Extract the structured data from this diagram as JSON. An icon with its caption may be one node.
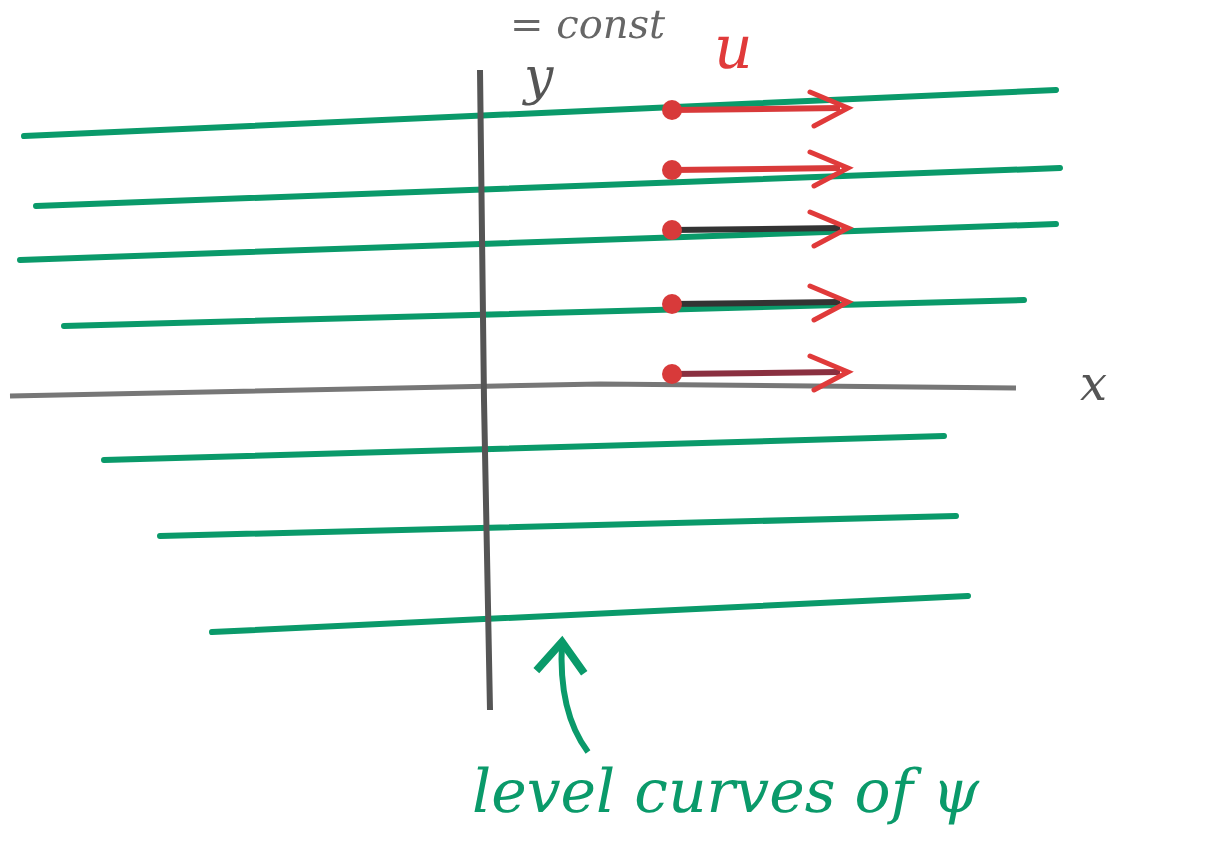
{
  "diagram": {
    "nodes": [
      {
        "text": [
          "level curves of ψ"
        ]
      },
      {
        "text": [],
        "shape": "line"
      }
    ],
    "edges": [
      {
        "from": 0,
        "to": 1,
        "arrow": "to"
      }
    ],
    "labels": [
      "= const",
      "y",
      "u",
      "x"
    ]
  }
}
